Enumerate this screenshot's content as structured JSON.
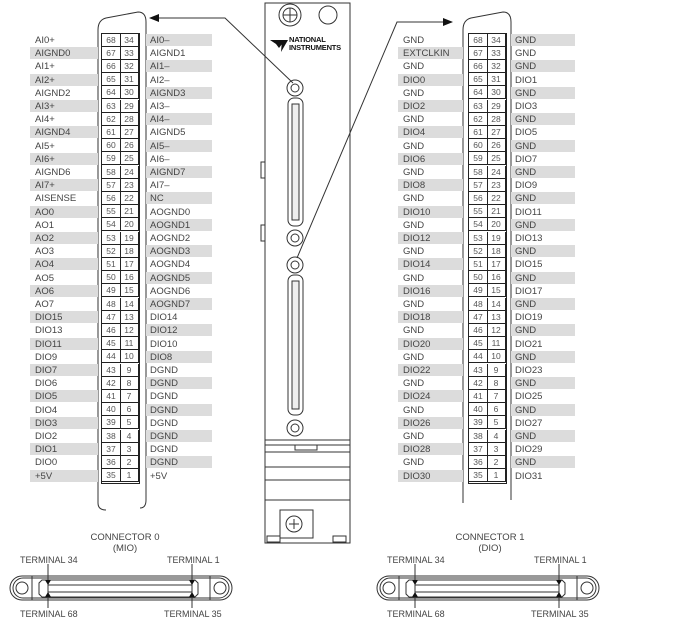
{
  "device": {
    "brand_line1": "NATIONAL",
    "brand_line2": "INSTRUMENTS"
  },
  "connector0": {
    "title": "CONNECTOR 0",
    "subtitle": "(MIO)",
    "terminal_top_left": "TERMINAL 34",
    "terminal_top_right": "TERMINAL 1",
    "terminal_bottom_left": "TERMINAL 68",
    "terminal_bottom_right": "TERMINAL 35",
    "rows": [
      {
        "left": "AI0+",
        "p1": "68",
        "p2": "34",
        "right": "AI0–"
      },
      {
        "left": "AIGND0",
        "p1": "67",
        "p2": "33",
        "right": "AIGND1"
      },
      {
        "left": "AI1+",
        "p1": "66",
        "p2": "32",
        "right": "AI1–"
      },
      {
        "left": "AI2+",
        "p1": "65",
        "p2": "31",
        "right": "AI2–"
      },
      {
        "left": "AIGND2",
        "p1": "64",
        "p2": "30",
        "right": "AIGND3"
      },
      {
        "left": "AI3+",
        "p1": "63",
        "p2": "29",
        "right": "AI3–"
      },
      {
        "left": "AI4+",
        "p1": "62",
        "p2": "28",
        "right": "AI4–"
      },
      {
        "left": "AIGND4",
        "p1": "61",
        "p2": "27",
        "right": "AIGND5"
      },
      {
        "left": "AI5+",
        "p1": "60",
        "p2": "26",
        "right": "AI5–"
      },
      {
        "left": "AI6+",
        "p1": "59",
        "p2": "25",
        "right": "AI6–"
      },
      {
        "left": "AIGND6",
        "p1": "58",
        "p2": "24",
        "right": "AIGND7"
      },
      {
        "left": "AI7+",
        "p1": "57",
        "p2": "23",
        "right": "AI7–"
      },
      {
        "left": "AISENSE",
        "p1": "56",
        "p2": "22",
        "right": "NC"
      },
      {
        "left": "AO0",
        "p1": "55",
        "p2": "21",
        "right": "AOGND0"
      },
      {
        "left": "AO1",
        "p1": "54",
        "p2": "20",
        "right": "AOGND1"
      },
      {
        "left": "AO2",
        "p1": "53",
        "p2": "19",
        "right": "AOGND2"
      },
      {
        "left": "AO3",
        "p1": "52",
        "p2": "18",
        "right": "AOGND3"
      },
      {
        "left": "AO4",
        "p1": "51",
        "p2": "17",
        "right": "AOGND4"
      },
      {
        "left": "AO5",
        "p1": "50",
        "p2": "16",
        "right": "AOGND5"
      },
      {
        "left": "AO6",
        "p1": "49",
        "p2": "15",
        "right": "AOGND6"
      },
      {
        "left": "AO7",
        "p1": "48",
        "p2": "14",
        "right": "AOGND7"
      },
      {
        "left": "DIO15",
        "p1": "47",
        "p2": "13",
        "right": "DIO14"
      },
      {
        "left": "DIO13",
        "p1": "46",
        "p2": "12",
        "right": "DIO12"
      },
      {
        "left": "DIO11",
        "p1": "45",
        "p2": "11",
        "right": "DIO10"
      },
      {
        "left": "DIO9",
        "p1": "44",
        "p2": "10",
        "right": "DIO8"
      },
      {
        "left": "DIO7",
        "p1": "43",
        "p2": "9",
        "right": "DGND"
      },
      {
        "left": "DIO6",
        "p1": "42",
        "p2": "8",
        "right": "DGND"
      },
      {
        "left": "DIO5",
        "p1": "41",
        "p2": "7",
        "right": "DGND"
      },
      {
        "left": "DIO4",
        "p1": "40",
        "p2": "6",
        "right": "DGND"
      },
      {
        "left": "DIO3",
        "p1": "39",
        "p2": "5",
        "right": "DGND"
      },
      {
        "left": "DIO2",
        "p1": "38",
        "p2": "4",
        "right": "DGND"
      },
      {
        "left": "DIO1",
        "p1": "37",
        "p2": "3",
        "right": "DGND"
      },
      {
        "left": "DIO0",
        "p1": "36",
        "p2": "2",
        "right": "DGND"
      },
      {
        "left": "+5V",
        "p1": "35",
        "p2": "1",
        "right": "+5V"
      }
    ]
  },
  "connector1": {
    "title": "CONNECTOR 1",
    "subtitle": "(DIO)",
    "terminal_top_left": "TERMINAL 34",
    "terminal_top_right": "TERMINAL 1",
    "terminal_bottom_left": "TERMINAL 68",
    "terminal_bottom_right": "TERMINAL 35",
    "rows": [
      {
        "left": "GND",
        "p1": "68",
        "p2": "34",
        "right": "GND"
      },
      {
        "left": "EXTCLKIN",
        "p1": "67",
        "p2": "33",
        "right": "GND"
      },
      {
        "left": "GND",
        "p1": "66",
        "p2": "32",
        "right": "GND"
      },
      {
        "left": "DIO0",
        "p1": "65",
        "p2": "31",
        "right": "DIO1"
      },
      {
        "left": "GND",
        "p1": "64",
        "p2": "30",
        "right": "GND"
      },
      {
        "left": "DIO2",
        "p1": "63",
        "p2": "29",
        "right": "DIO3"
      },
      {
        "left": "GND",
        "p1": "62",
        "p2": "28",
        "right": "GND"
      },
      {
        "left": "DIO4",
        "p1": "61",
        "p2": "27",
        "right": "DIO5"
      },
      {
        "left": "GND",
        "p1": "60",
        "p2": "26",
        "right": "GND"
      },
      {
        "left": "DIO6",
        "p1": "59",
        "p2": "25",
        "right": "DIO7"
      },
      {
        "left": "GND",
        "p1": "58",
        "p2": "24",
        "right": "GND"
      },
      {
        "left": "DIO8",
        "p1": "57",
        "p2": "23",
        "right": "DIO9"
      },
      {
        "left": "GND",
        "p1": "56",
        "p2": "22",
        "right": "GND"
      },
      {
        "left": "DIO10",
        "p1": "55",
        "p2": "21",
        "right": "DIO11"
      },
      {
        "left": "GND",
        "p1": "54",
        "p2": "20",
        "right": "GND"
      },
      {
        "left": "DIO12",
        "p1": "53",
        "p2": "19",
        "right": "DIO13"
      },
      {
        "left": "GND",
        "p1": "52",
        "p2": "18",
        "right": "GND"
      },
      {
        "left": "DIO14",
        "p1": "51",
        "p2": "17",
        "right": "DIO15"
      },
      {
        "left": "GND",
        "p1": "50",
        "p2": "16",
        "right": "GND"
      },
      {
        "left": "DIO16",
        "p1": "49",
        "p2": "15",
        "right": "DIO17"
      },
      {
        "left": "GND",
        "p1": "48",
        "p2": "14",
        "right": "GND"
      },
      {
        "left": "DIO18",
        "p1": "47",
        "p2": "13",
        "right": "DIO19"
      },
      {
        "left": "GND",
        "p1": "46",
        "p2": "12",
        "right": "GND"
      },
      {
        "left": "DIO20",
        "p1": "45",
        "p2": "11",
        "right": "DIO21"
      },
      {
        "left": "GND",
        "p1": "44",
        "p2": "10",
        "right": "GND"
      },
      {
        "left": "DIO22",
        "p1": "43",
        "p2": "9",
        "right": "DIO23"
      },
      {
        "left": "GND",
        "p1": "42",
        "p2": "8",
        "right": "GND"
      },
      {
        "left": "DIO24",
        "p1": "41",
        "p2": "7",
        "right": "DIO25"
      },
      {
        "left": "GND",
        "p1": "40",
        "p2": "6",
        "right": "GND"
      },
      {
        "left": "DIO26",
        "p1": "39",
        "p2": "5",
        "right": "DIO27"
      },
      {
        "left": "GND",
        "p1": "38",
        "p2": "4",
        "right": "GND"
      },
      {
        "left": "DIO28",
        "p1": "37",
        "p2": "3",
        "right": "DIO29"
      },
      {
        "left": "GND",
        "p1": "36",
        "p2": "2",
        "right": "GND"
      },
      {
        "left": "DIO30",
        "p1": "35",
        "p2": "1",
        "right": "DIO31"
      }
    ]
  },
  "colors": {
    "band": "#dcdcdc",
    "line": "#222222",
    "text": "#444444"
  }
}
